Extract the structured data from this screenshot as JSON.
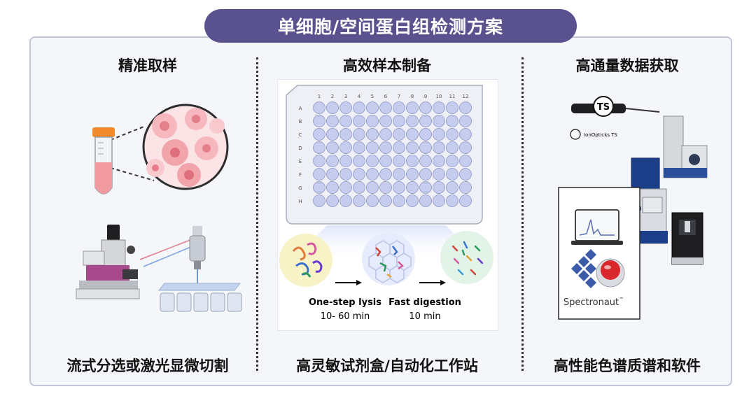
{
  "banner": {
    "title": "单细胞/空间蛋白组检测方案"
  },
  "columns": [
    {
      "title": "精准取样",
      "footer": "流式分选或激光显微切割"
    },
    {
      "title": "高效样本制备",
      "footer": "高灵敏试剂盒/自动化工作站"
    },
    {
      "title": "高通量数据获取",
      "footer": "高性能色谱质谱和软件"
    }
  ],
  "plate": {
    "column_labels": [
      "1",
      "2",
      "3",
      "4",
      "5",
      "6",
      "7",
      "8",
      "9",
      "10",
      "11",
      "12"
    ],
    "row_labels": [
      "A",
      "B",
      "C",
      "D",
      "E",
      "F",
      "G",
      "H"
    ]
  },
  "workflow": {
    "step1_label": "One-step lysis",
    "step1_time": "10- 60 min",
    "step2_label": "Fast digestion",
    "step2_time": "10 min"
  },
  "instruments": {
    "source_logo_text": "TS",
    "source_brand": "IonOpticks TS",
    "software_name": "Spectronaut",
    "software_mark": "™"
  },
  "colors": {
    "banner": "#5a518f",
    "frame_border": "#c3c8d8",
    "well_fill": "#c6ccee",
    "well_stroke": "#8d96c8",
    "cell_pink": "#f2a4ab"
  }
}
